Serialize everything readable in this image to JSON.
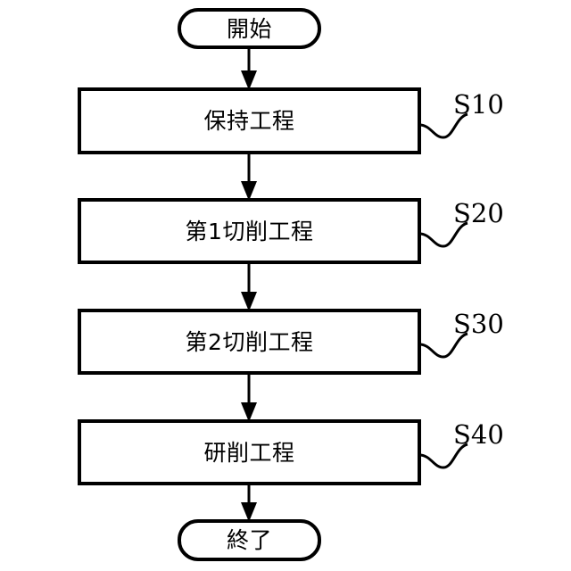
{
  "diagram": {
    "type": "flowchart",
    "orientation": "vertical",
    "background_color": "#ffffff",
    "stroke_color": "#000000",
    "nodes": [
      {
        "id": "start",
        "shape": "terminal",
        "label": "開始"
      },
      {
        "id": "s10",
        "shape": "process",
        "label": "保持工程",
        "step": "S10"
      },
      {
        "id": "s20",
        "shape": "process",
        "label": "第1切削工程",
        "step": "S20"
      },
      {
        "id": "s30",
        "shape": "process",
        "label": "第2切削工程",
        "step": "S30"
      },
      {
        "id": "s40",
        "shape": "process",
        "label": "研削工程",
        "step": "S40"
      },
      {
        "id": "end",
        "shape": "terminal",
        "label": "終了"
      }
    ],
    "connectors": [
      {
        "from": "start",
        "to": "s10",
        "arrow": "solid-head"
      },
      {
        "from": "s10",
        "to": "s20",
        "arrow": "solid-head"
      },
      {
        "from": "s20",
        "to": "s30",
        "arrow": "solid-head"
      },
      {
        "from": "s30",
        "to": "s40",
        "arrow": "solid-head"
      },
      {
        "from": "s40",
        "to": "end",
        "arrow": "solid-head"
      }
    ],
    "leader_lines": [
      {
        "step": "S10",
        "style": "wavy"
      },
      {
        "step": "S20",
        "style": "wavy"
      },
      {
        "step": "S30",
        "style": "wavy"
      },
      {
        "step": "S40",
        "style": "wavy"
      }
    ]
  }
}
